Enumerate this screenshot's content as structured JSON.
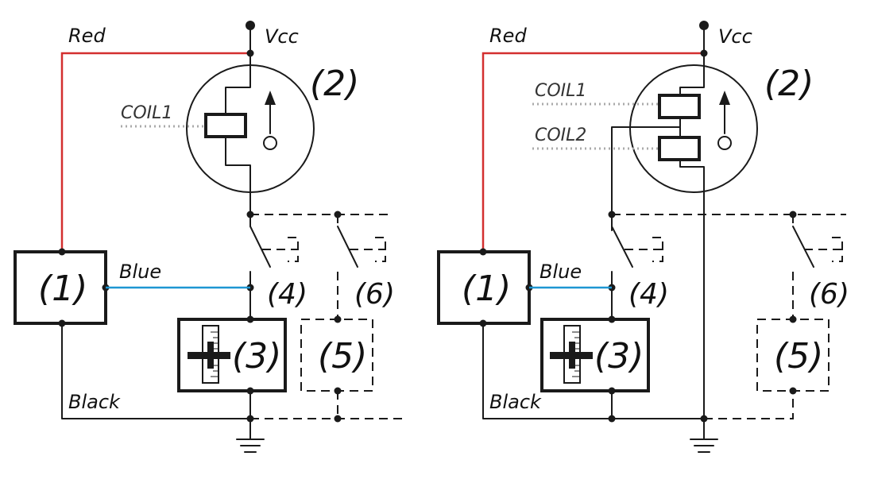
{
  "colors": {
    "red_wire": "#d32f2f",
    "blue_wire": "#1e96d2",
    "black_wire": "#1a1a1a",
    "coil_guide": "#aaaaaa"
  },
  "left": {
    "wire_red": "Red",
    "wire_blue": "Blue",
    "wire_black": "Black",
    "vcc": "Vcc",
    "coil1": "COIL1",
    "n1": "(1)",
    "n2": "(2)",
    "n3": "(3)",
    "n4": "(4)",
    "n5": "(5)",
    "n6": "(6)"
  },
  "right": {
    "wire_red": "Red",
    "wire_blue": "Blue",
    "wire_black": "Black",
    "vcc": "Vcc",
    "coil1": "COIL1",
    "coil2": "COIL2",
    "n1": "(1)",
    "n2": "(2)",
    "n3": "(3)",
    "n4": "(4)",
    "n5": "(5)",
    "n6": "(6)"
  }
}
